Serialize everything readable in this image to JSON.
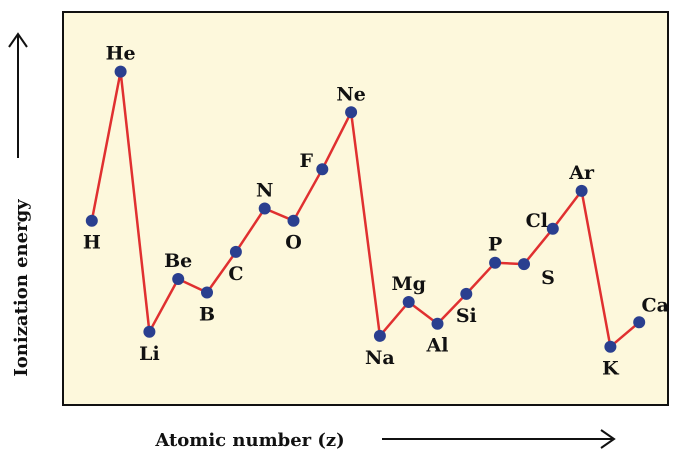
{
  "chart_data": {
    "type": "line",
    "xlabel": "Atomic number (z)",
    "ylabel": "Ionization energy",
    "grid": false,
    "legend": "none",
    "colors": {
      "background": "#fdf8dc",
      "line": "#e03030",
      "marker": "#2a3f8f",
      "frame": "#111111"
    },
    "x": [
      1,
      2,
      3,
      4,
      5,
      6,
      7,
      8,
      9,
      10,
      11,
      12,
      13,
      14,
      15,
      16,
      17,
      18,
      19,
      20
    ],
    "categories": [
      "H",
      "He",
      "Li",
      "Be",
      "B",
      "C",
      "N",
      "O",
      "F",
      "Ne",
      "Na",
      "Mg",
      "Al",
      "Si",
      "P",
      "S",
      "Cl",
      "Ar",
      "K",
      "Ca"
    ],
    "values": [
      13.6,
      24.6,
      5.4,
      9.3,
      8.3,
      11.3,
      14.5,
      13.6,
      17.4,
      21.6,
      5.1,
      7.6,
      6.0,
      8.2,
      10.5,
      10.4,
      13.0,
      15.8,
      4.3,
      6.1
    ],
    "ylim": [
      0,
      29
    ],
    "xlim": [
      0,
      21
    ]
  }
}
